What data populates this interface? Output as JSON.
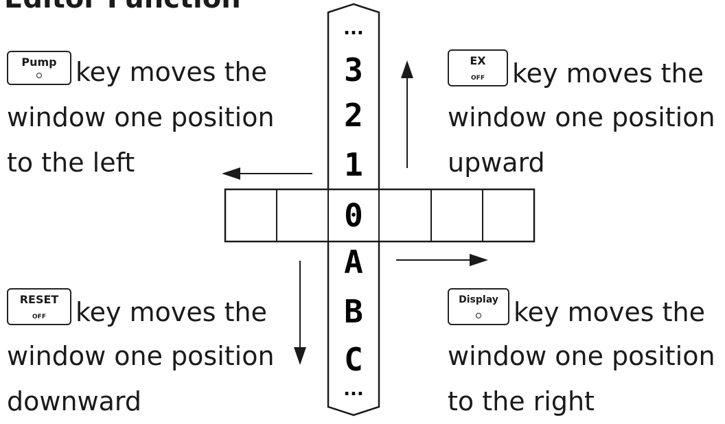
{
  "title": "Editor Function",
  "strip": {
    "top_ellipsis": "...",
    "bottom_ellipsis": "...",
    "above": [
      "3",
      "2",
      "1"
    ],
    "current": "0",
    "below": [
      "A",
      "B",
      "C"
    ]
  },
  "keys": {
    "pump": {
      "label": "Pump"
    },
    "ex": {
      "label": "EX",
      "sub": "OFF"
    },
    "reset": {
      "label": "RESET",
      "sub": "OFF"
    },
    "display": {
      "label": "Display"
    }
  },
  "descriptions": {
    "left": [
      "key moves the",
      "window one position",
      "to the left"
    ],
    "up": [
      "key moves the",
      "window one position",
      "upward"
    ],
    "down": [
      "key moves the",
      "window one position",
      "downward"
    ],
    "right": [
      "key moves the",
      "window one position",
      "to the right"
    ]
  }
}
